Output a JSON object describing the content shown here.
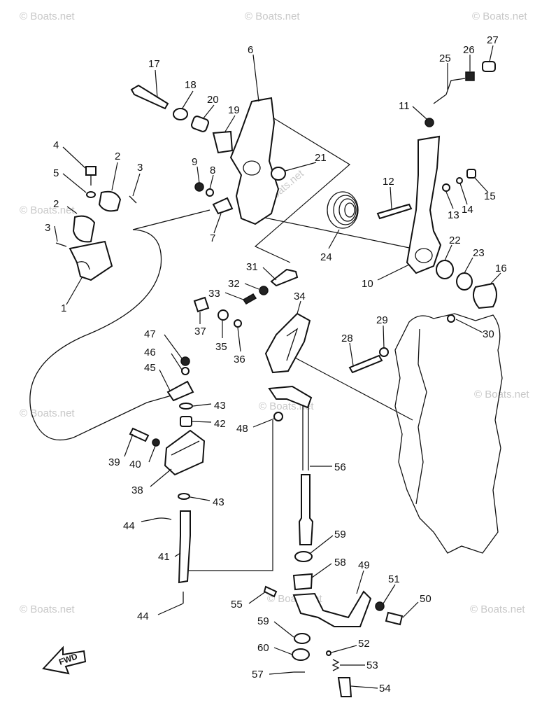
{
  "watermark": "© Boats.net",
  "fwd_label": "FWD",
  "callouts": [
    "1",
    "2",
    "2",
    "3",
    "3",
    "4",
    "5",
    "6",
    "7",
    "8",
    "9",
    "10",
    "11",
    "12",
    "13",
    "14",
    "15",
    "16",
    "17",
    "18",
    "19",
    "20",
    "21",
    "22",
    "23",
    "24",
    "25",
    "26",
    "27",
    "28",
    "29",
    "30",
    "31",
    "32",
    "33",
    "34",
    "35",
    "36",
    "37",
    "38",
    "39",
    "40",
    "41",
    "42",
    "43",
    "43",
    "44",
    "44",
    "45",
    "46",
    "47",
    "48",
    "49",
    "50",
    "51",
    "52",
    "53",
    "54",
    "55",
    "56",
    "57",
    "58",
    "59",
    "59",
    "60"
  ]
}
